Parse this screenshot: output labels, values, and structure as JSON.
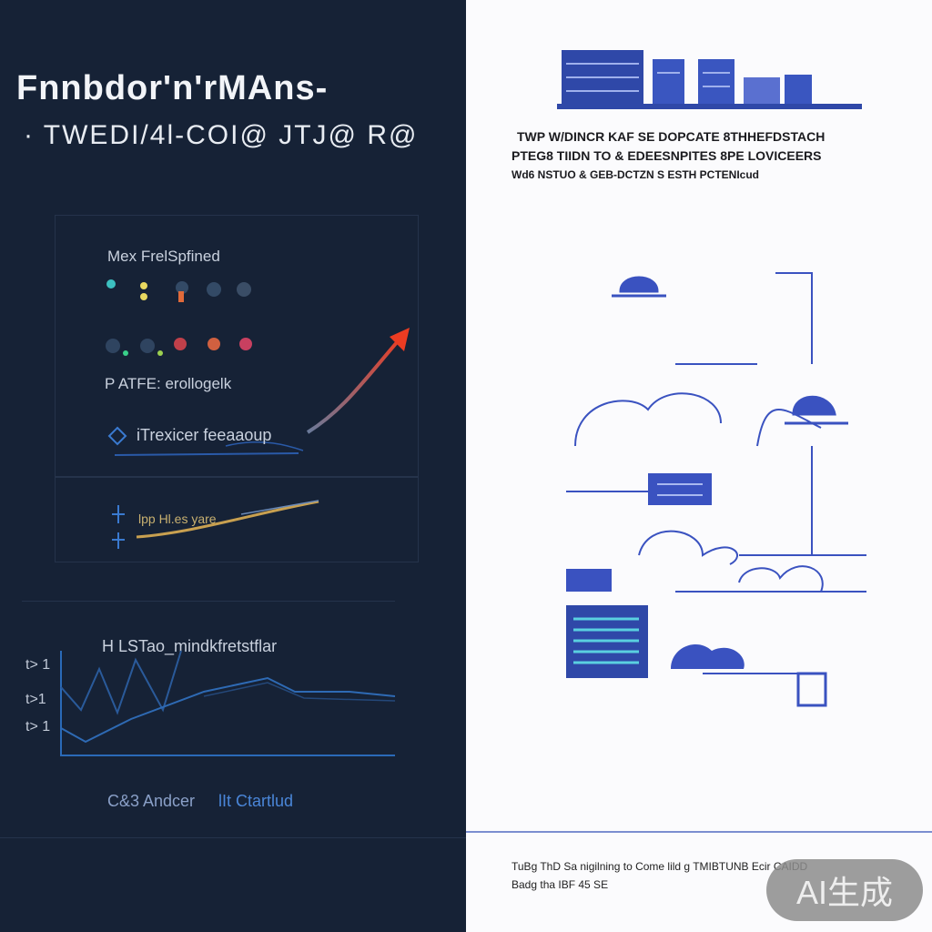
{
  "left": {
    "title": "Fnnbdor'n'rMAns-",
    "subtitle": "· TWEDI/4l-COI@ JTJ@ R@",
    "card1": {
      "heading": "Mex FrelSpfined",
      "label2": "P ATFE: erollogelk",
      "label3": "iTrexicer feeaaoup"
    },
    "card2": {
      "label": "lpp Hl.es yare"
    },
    "chart": {
      "title": "H LSTao_mindkfretstflar",
      "yticks": [
        "t> 1",
        "t>1",
        "t> 1"
      ],
      "caption_a": "C&3 Andcer",
      "caption_b": "lIt Ctartlud"
    }
  },
  "right": {
    "heading_lines": [
      "TWP W/DINCR KAF SE DOPCATE 8THHEFDSTACH",
      "PTEG8 TIIDN TO & EDEESNPITES 8PE LOVICEERS",
      "Wd6 NSTUO & GEB-DCTZN S ESTH PCTENIcud"
    ],
    "footer_lines": [
      "TuBg ThD Sa nigilning to Come lild g TMIBTUNB Ecir CAIDD",
      "Badg tha IBF 45 SE"
    ]
  },
  "badge": "AI生成",
  "colors": {
    "dark_bg": "#162236",
    "accent_blue": "#3b55c0",
    "arrow_red": "#e8442c"
  }
}
